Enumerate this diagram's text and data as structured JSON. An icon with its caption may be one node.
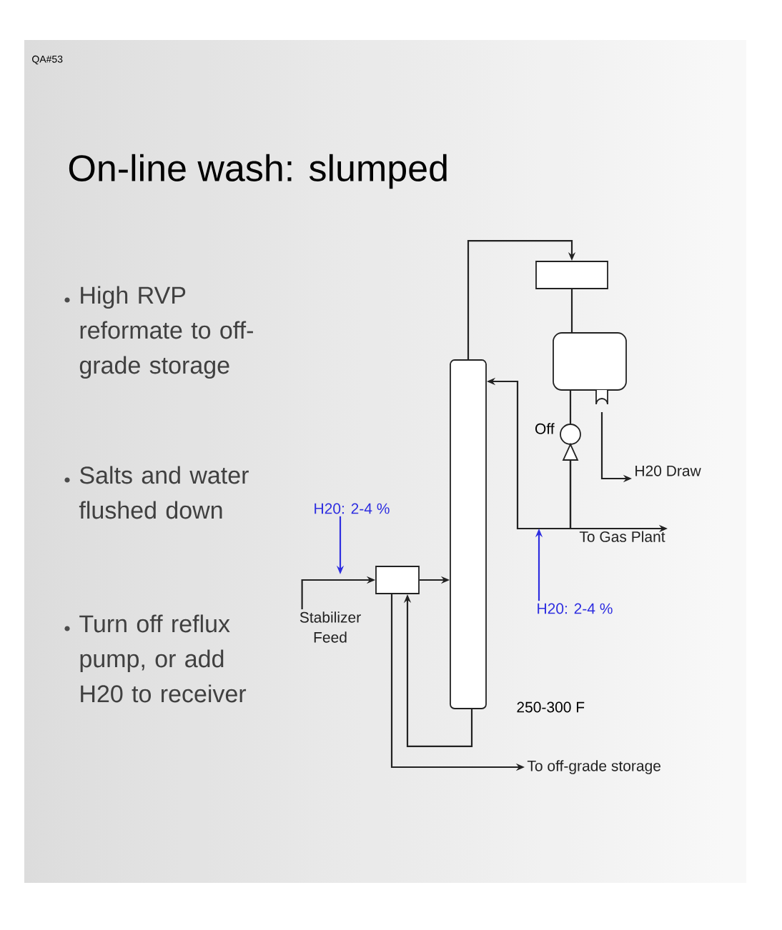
{
  "diagram": {
    "title": "On-line wash: slumped",
    "nodes": [
      {
        "text": [],
        "shape": "column",
        "beside": [
          "250-300 F"
        ]
      },
      {
        "text": [],
        "shape": "box"
      },
      {
        "text": [],
        "shape": "drum"
      },
      {
        "text": [],
        "shape": "pump",
        "beside": [
          "Off"
        ]
      },
      {
        "text": [],
        "shape": "box"
      },
      {
        "text": [
          "H20 Draw"
        ]
      },
      {
        "text": [
          "To Gas Plant"
        ]
      },
      {
        "text": [
          "H20: 2-4 %"
        ]
      },
      {
        "text": [
          "H20: 2-4 %"
        ]
      },
      {
        "text": [
          "Stabilizer Feed"
        ]
      },
      {
        "text": [
          "To off-grade storage"
        ]
      }
    ],
    "edges": [
      {
        "from": 0,
        "to": 1,
        "arrow": "to"
      },
      {
        "from": 1,
        "to": 2,
        "arrow": "none"
      },
      {
        "from": 2,
        "to": 3,
        "arrow": "none"
      },
      {
        "from": 3,
        "to": 6,
        "arrow": "to"
      },
      {
        "from": 3,
        "to": 0,
        "arrow": "to"
      },
      {
        "from": 2,
        "to": 5,
        "arrow": "to"
      },
      {
        "from": 7,
        "to": null,
        "arrow": "to",
        "color": "#2e2ee0"
      },
      {
        "from": 8,
        "to": null,
        "arrow": "to",
        "color": "#2e2ee0"
      },
      {
        "from": 9,
        "to": 4,
        "arrow": "to"
      },
      {
        "from": 4,
        "to": 0,
        "arrow": "to"
      },
      {
        "from": 0,
        "to": 4,
        "arrow": "to"
      },
      {
        "from": 4,
        "to": 10,
        "arrow": "to"
      }
    ],
    "labels": [
      "QA#53",
      "High RVP reformate to off-grade storage",
      "Salts and water flushed down",
      "Turn off reflux pump, or add H20 to receiver"
    ]
  }
}
